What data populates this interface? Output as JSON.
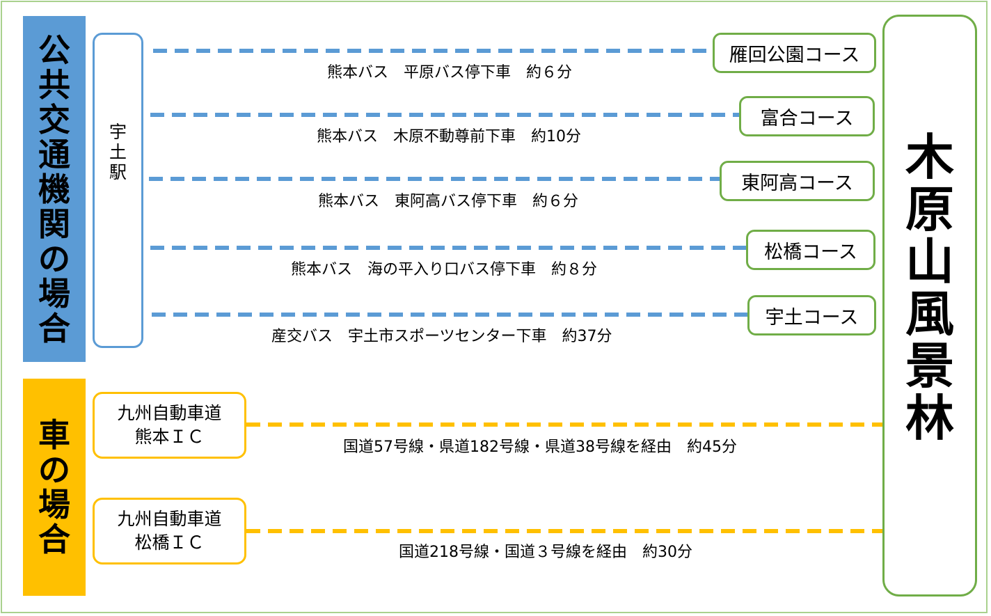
{
  "public_section": {
    "label_chars": [
      "公",
      "共",
      "交",
      "通",
      "機",
      "関",
      "の",
      "場",
      "合"
    ],
    "color": "#5b9bd5",
    "station_chars": [
      "宇",
      "土",
      "駅"
    ],
    "routes": [
      {
        "course": "雁回公園コース",
        "info": "熊本バス　平原バス停下車　約６分"
      },
      {
        "course": "富合コース",
        "info": "熊本バス　木原不動尊前下車　約10分"
      },
      {
        "course": "東阿高コース",
        "info": "熊本バス　東阿高バス停下車　約６分"
      },
      {
        "course": "松橋コース",
        "info": "熊本バス　海の平入り口バス停下車　約８分"
      },
      {
        "course": "宇土コース",
        "info": "産交バス　宇土市スポーツセンター下車　約37分"
      }
    ]
  },
  "car_section": {
    "label_chars": [
      "車",
      "の",
      "場",
      "合"
    ],
    "color": "#ffc000",
    "routes": [
      {
        "ic_line1": "九州自動車道",
        "ic_line2": "熊本ＩＣ",
        "info": "国道57号線・県道182号線・県道38号線を経由　約45分"
      },
      {
        "ic_line1": "九州自動車道",
        "ic_line2": "松橋ＩＣ",
        "info": "国道218号線・国道３号線を経由　約30分"
      }
    ]
  },
  "destination": {
    "chars": [
      "木",
      "原",
      "山",
      "風",
      "景",
      "林"
    ],
    "border_color": "#70ad47"
  }
}
